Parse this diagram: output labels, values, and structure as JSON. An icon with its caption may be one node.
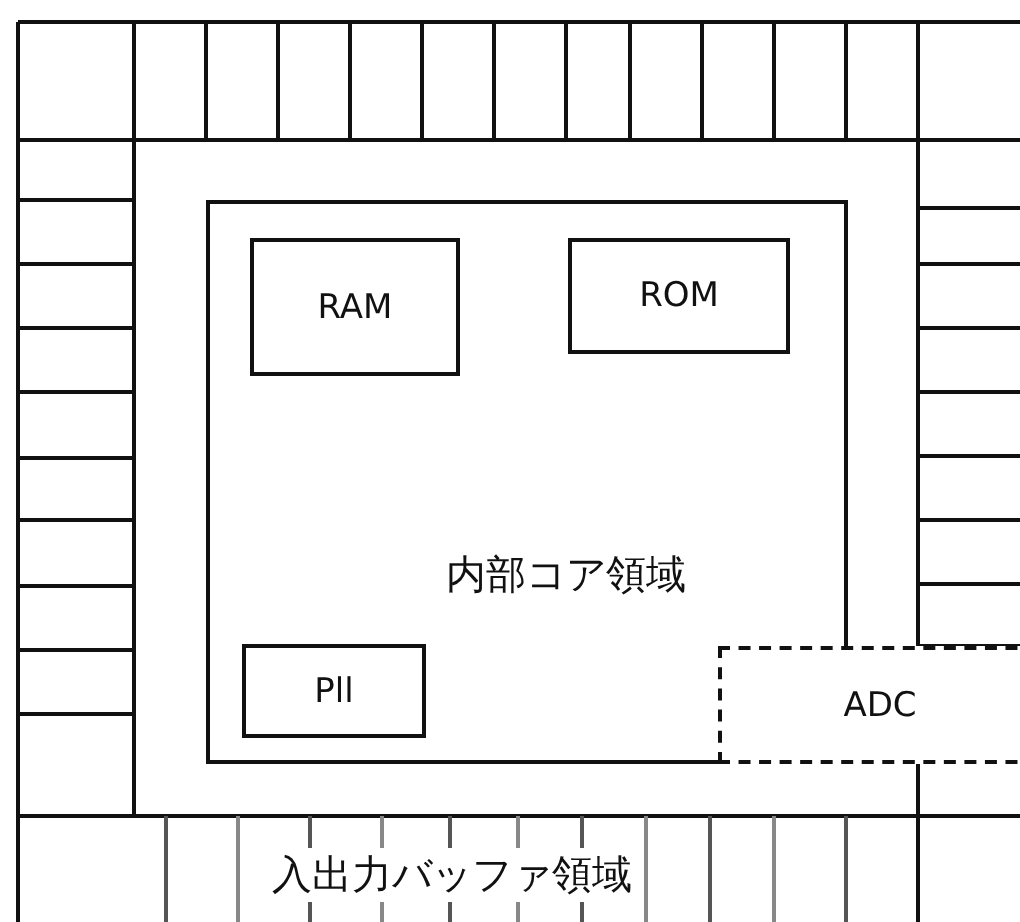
{
  "diagram": {
    "nodes": [
      {
        "text": [
          "内部コア領域"
        ]
      },
      {
        "text": [
          "RAM"
        ],
        "in": 0
      },
      {
        "text": [
          "ROM"
        ],
        "in": 0
      },
      {
        "text": [
          "Pll"
        ],
        "in": 0
      },
      {
        "text": [
          "ADC"
        ]
      }
    ],
    "labels": [
      "入出力バッファ領域"
    ]
  }
}
